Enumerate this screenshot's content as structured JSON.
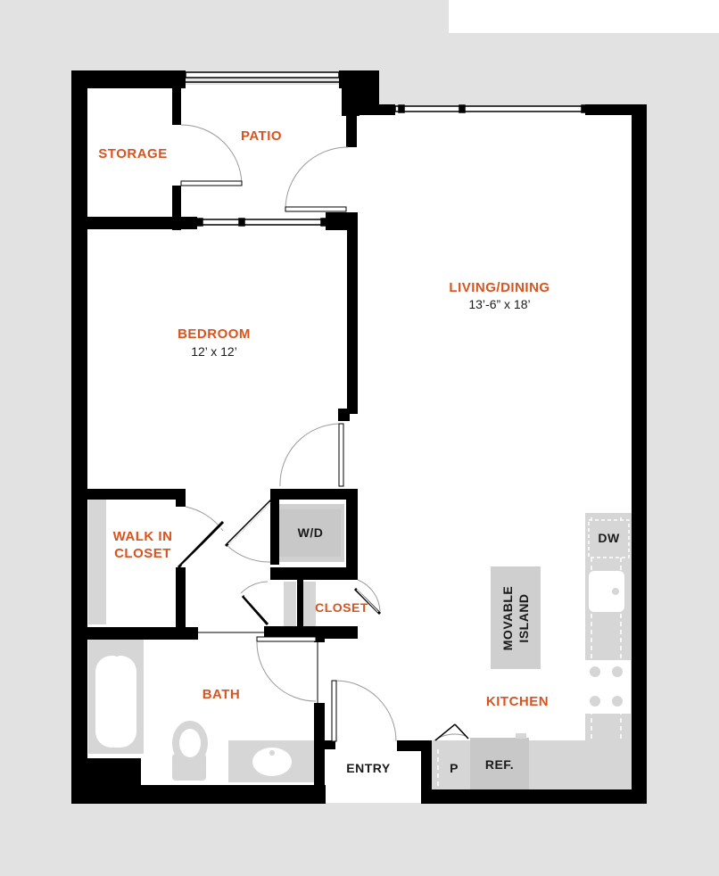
{
  "rooms": {
    "storage": "STORAGE",
    "patio": "PATIO",
    "living_dining": "LIVING/DINING",
    "living_dining_size": "13’-6” x 18’",
    "bedroom": "BEDROOM",
    "bedroom_size": "12’ x 12’",
    "walk_in_closet_line1": "WALK IN",
    "walk_in_closet_line2": "CLOSET",
    "closet": "CLOSET",
    "bath": "BATH",
    "kitchen": "KITCHEN",
    "entry": "ENTRY"
  },
  "fixtures": {
    "washer_dryer": "W/D",
    "dishwasher": "DW",
    "island_line1": "MOVABLE",
    "island_line2": "ISLAND",
    "refrigerator": "REF.",
    "pantry": "P"
  },
  "colors": {
    "room_label": "#d9531e",
    "wall": "#000000",
    "floor": "#ffffff",
    "background": "#e2e2e2",
    "fixture": "#cfcfcf"
  }
}
